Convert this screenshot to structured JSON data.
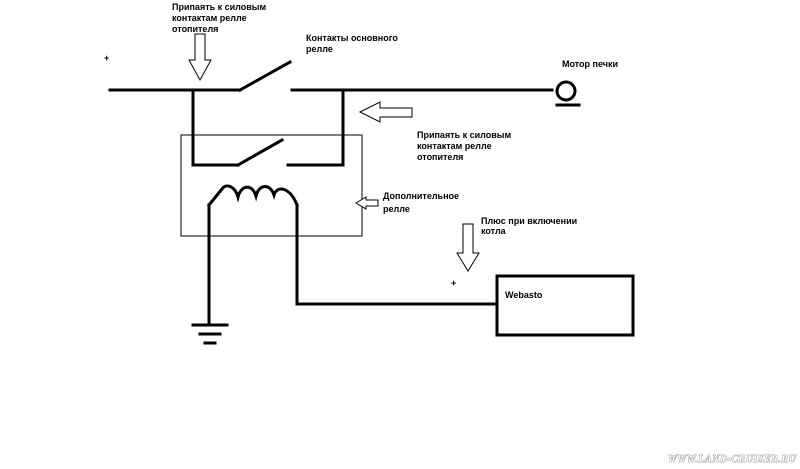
{
  "labels": {
    "solder_heater_relay_top": [
      "Припаять  к силовым",
      "контактам релле",
      "отопителя"
    ],
    "main_relay_contacts": [
      "Контакты основного",
      "релле"
    ],
    "heater_motor": "Мотор печки",
    "solder_heater_relay_right": [
      "Припаять к силовым",
      "контактам релле",
      "отопителя"
    ],
    "extra_relay": [
      "Дополнительное",
      "релле"
    ],
    "plus_on_boiler": [
      "Плюс при включении",
      "котла"
    ],
    "webasto": "Webasto",
    "plus_sign_left": "+",
    "plus_sign_webasto": "+"
  },
  "watermark": "WWW.LAND-CRUISER.RU"
}
